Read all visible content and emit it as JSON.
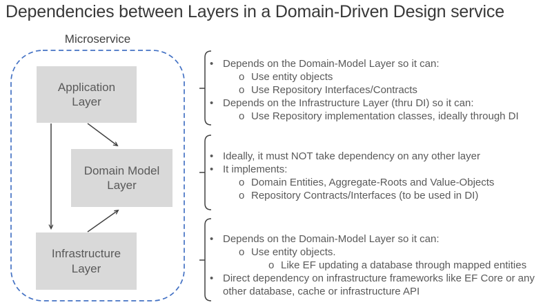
{
  "title": "Dependencies between Layers in a Domain-Driven Design service",
  "diagram": {
    "container_label": "Microservice",
    "boxes": [
      {
        "id": "application",
        "label": "Application Layer"
      },
      {
        "id": "domain",
        "label": "Domain Model Layer"
      },
      {
        "id": "infrastructure",
        "label": "Infrastructure Layer"
      }
    ],
    "arrows": [
      {
        "from": "application",
        "to": "infrastructure"
      },
      {
        "from": "application",
        "to": "domain"
      },
      {
        "from": "infrastructure",
        "to": "domain"
      }
    ]
  },
  "bullets": {
    "level1": "•",
    "level2": "o",
    "level3": "o"
  },
  "sections": [
    {
      "for_box": "application",
      "items": [
        {
          "level": 1,
          "text": "Depends on the Domain-Model Layer so it can:"
        },
        {
          "level": 2,
          "text": "Use entity objects"
        },
        {
          "level": 2,
          "text": "Use Repository Interfaces/Contracts"
        },
        {
          "level": 1,
          "text": "Depends on the Infrastructure Layer (thru DI) so it can:"
        },
        {
          "level": 2,
          "text": "Use Repository implementation classes, ideally through DI"
        }
      ]
    },
    {
      "for_box": "domain",
      "items": [
        {
          "level": 1,
          "text": "Ideally, it must NOT take dependency on any other layer"
        },
        {
          "level": 1,
          "text": "It implements:"
        },
        {
          "level": 2,
          "text": "Domain Entities, Aggregate-Roots and Value-Objects"
        },
        {
          "level": 2,
          "text": "Repository Contracts/Interfaces (to be used in DI)"
        }
      ]
    },
    {
      "for_box": "infrastructure",
      "items": [
        {
          "level": 1,
          "text": "Depends on the Domain-Model Layer so it can:"
        },
        {
          "level": 2,
          "text": "Use entity objects."
        },
        {
          "level": 3,
          "text": "Like EF updating a database through mapped entities"
        },
        {
          "level": 1,
          "text": "Direct dependency on infrastructure frameworks like EF Core or any other database, cache or infrastructure API"
        }
      ]
    }
  ],
  "colors": {
    "title_text": "#383838",
    "body_text": "#595959",
    "box_fill": "#d9d9d9",
    "box_text": "#595959",
    "container_border": "#4472c4",
    "line": "#404040"
  }
}
